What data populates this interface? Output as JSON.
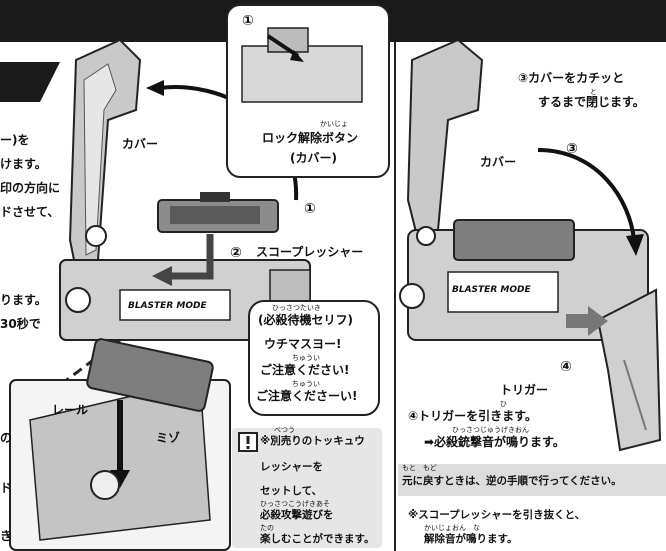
{
  "step_lock": {
    "num": "①",
    "label_main": "ロック解除ボタン",
    "label_sub": "(カバー)",
    "ruby": "かいじょ"
  },
  "left": {
    "cover_label": "カバー",
    "step1_marker": "①",
    "step2_marker": "②",
    "scope_label": "スコープレッシャー",
    "rail_label": "レール",
    "groove_label": "ミゾ",
    "intro_lines": [
      "ー)を",
      "けます。",
      "印の方向に",
      "ドさせて、"
    ],
    "mid_lines": [
      "ります。",
      "30秒で"
    ],
    "low_lines": [
      "の",
      "ド"
    ],
    "bottom_mark": "き"
  },
  "speech": {
    "line1": "(必殺待機セリフ)",
    "line2": "ウチマスヨー!",
    "line3": "ご注意ください!",
    "line4": "ご注意くださーい!",
    "ruby1": "ひっさつたいき",
    "ruby3": "ちゅうい",
    "ruby4": "ちゅうい"
  },
  "note": {
    "icon": "exclamation-icon",
    "lines": [
      "※別売りのトッキュウ",
      "レッシャーを",
      "セットして、",
      "必殺攻撃遊びを",
      "楽しむことができます。"
    ],
    "ruby_top": "べつう",
    "ruby_attack": "ひっさつこうげきあそ",
    "ruby_fun": "たの"
  },
  "right": {
    "step3_line1": "③カバーをカチッと",
    "step3_line2": "するまで閉じます。",
    "step3_ruby": "と",
    "cover_label": "カバー",
    "step3_marker": "③",
    "step4_marker": "④",
    "trigger_label": "トリガー",
    "step4_line": "④トリガーを引きます。",
    "step4_ruby": "ひ",
    "result_line": "➡必殺銃撃音が鳴ります。",
    "result_ruby": "ひっさつじゅうげきおん",
    "restore_text": "元に戻すときは、逆の手順で行ってください。",
    "restore_ruby": "もと　もど",
    "remove_line1": "※スコープレッシャーを引き抜くと、",
    "remove_line2": "解除音が鳴ります。",
    "remove_ruby": "かいじょおん　な"
  },
  "product_text": "BLASTER MODE"
}
